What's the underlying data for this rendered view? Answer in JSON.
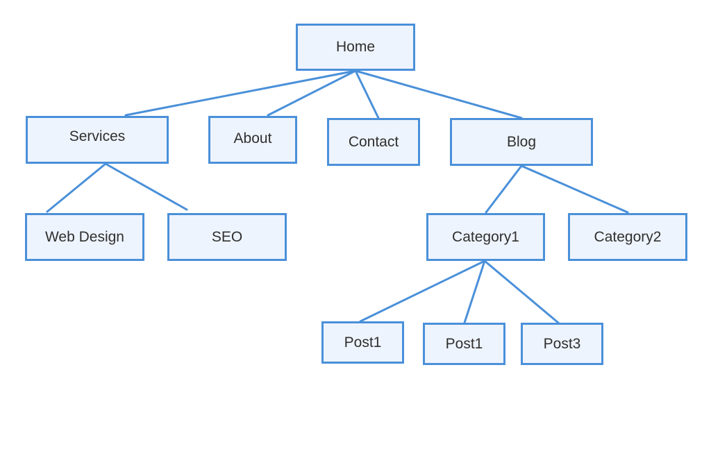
{
  "colors": {
    "line": "#4a90d9",
    "node_fill": "#eef4fd",
    "node_border": "#4a90d9",
    "text": "#2f2f2f",
    "background": "#ffffff"
  },
  "nodes": {
    "home": "Home",
    "services": "Services",
    "about": "About",
    "contact": "Contact",
    "blog": "Blog",
    "web_design": "Web Design",
    "seo": "SEO",
    "category1": "Category1",
    "category2": "Category2",
    "post1_a": "Post1",
    "post1_b": "Post1",
    "post3": "Post3"
  },
  "edges": [
    [
      "home",
      "services"
    ],
    [
      "home",
      "about"
    ],
    [
      "home",
      "contact"
    ],
    [
      "home",
      "blog"
    ],
    [
      "services",
      "web_design"
    ],
    [
      "services",
      "seo"
    ],
    [
      "blog",
      "category1"
    ],
    [
      "blog",
      "category2"
    ],
    [
      "category1",
      "post1_a"
    ],
    [
      "category1",
      "post1_b"
    ],
    [
      "category1",
      "post3"
    ]
  ]
}
